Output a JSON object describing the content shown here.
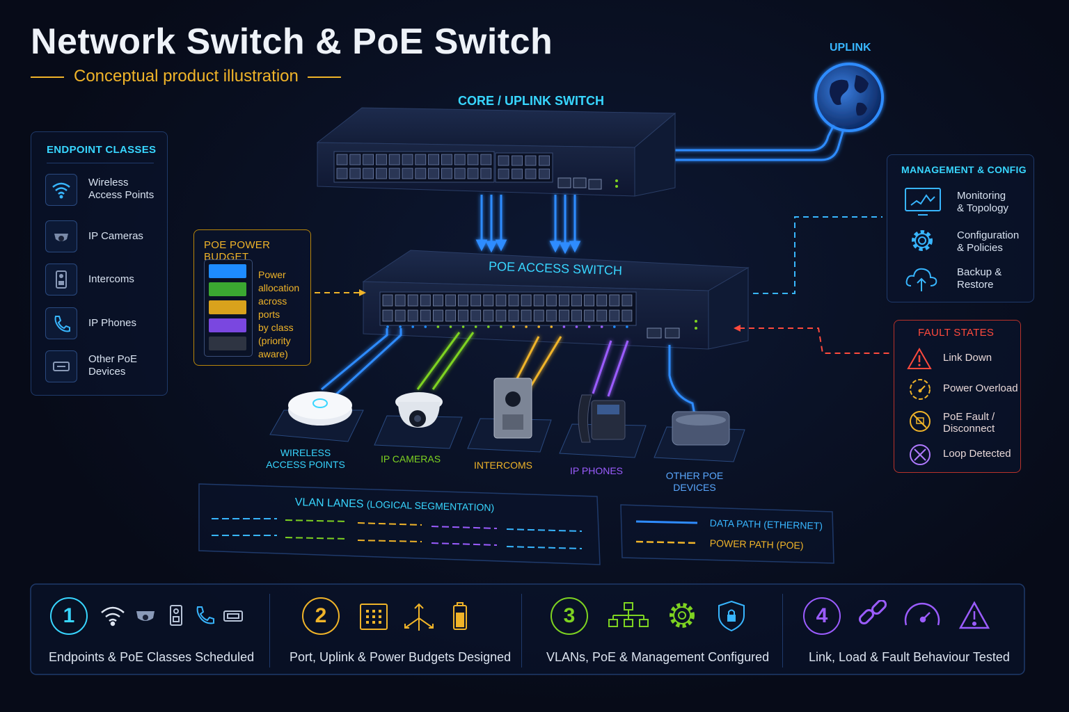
{
  "header": {
    "title": "Network Switch & PoE Switch",
    "subtitle": "Conceptual product illustration"
  },
  "colors": {
    "accent_blue": "#1e8cff",
    "accent_cyan": "#38d6ff",
    "accent_green": "#7ed321",
    "accent_yellow": "#f0b429",
    "accent_purple": "#9b5cff",
    "fault_red": "#ff4a3d"
  },
  "diagram": {
    "uplink_label": "UPLINK",
    "core_switch_label": "CORE / UPLINK SWITCH",
    "poe_switch_label": "POE ACCESS SWITCH"
  },
  "endpoint_classes": {
    "title": "ENDPOINT CLASSES",
    "items": [
      {
        "label": "Wireless\nAccess Points",
        "icon": "wifi-icon"
      },
      {
        "label": "IP Cameras",
        "icon": "camera-icon"
      },
      {
        "label": "Intercoms",
        "icon": "intercom-icon"
      },
      {
        "label": "IP Phones",
        "icon": "phone-icon"
      },
      {
        "label": "Other PoE\nDevices",
        "icon": "device-icon"
      }
    ]
  },
  "poe_budget": {
    "title": "POE POWER BUDGET",
    "description": "Power\nallocation\nacross ports\nby class\n(priority\naware)"
  },
  "management": {
    "title": "MANAGEMENT & CONFIG",
    "items": [
      {
        "label": "Monitoring\n& Topology",
        "icon": "monitor-icon"
      },
      {
        "label": "Configuration\n& Policies",
        "icon": "gear-icon"
      },
      {
        "label": "Backup &\nRestore",
        "icon": "cloud-upload-icon"
      }
    ]
  },
  "fault_states": {
    "title": "FAULT STATES",
    "items": [
      {
        "label": "Link Down",
        "icon": "warning-icon"
      },
      {
        "label": "Power Overload",
        "icon": "gauge-icon"
      },
      {
        "label": "PoE Fault /\nDisconnect",
        "icon": "plug-off-icon"
      },
      {
        "label": "Loop Detected",
        "icon": "loop-icon"
      }
    ]
  },
  "devices": [
    {
      "label": "WIRELESS\nACCESS POINTS",
      "color": "#38d6ff"
    },
    {
      "label": "IP CAMERAS",
      "color": "#7ed321"
    },
    {
      "label": "INTERCOMS",
      "color": "#f0b429"
    },
    {
      "label": "IP PHONES",
      "color": "#9b5cff"
    },
    {
      "label": "OTHER POE\nDEVICES",
      "color": "#5aa8ff"
    }
  ],
  "vlan": {
    "title": "VLAN LANES",
    "subtitle": "(LOGICAL SEGMENTATION)"
  },
  "legend": {
    "data_path": "DATA PATH (ETHERNET)",
    "power_path": "POWER PATH (POE)"
  },
  "steps": [
    {
      "number": "1",
      "label": "Endpoints & PoE Classes Scheduled",
      "color": "#38d6ff"
    },
    {
      "number": "2",
      "label": "Port, Uplink & Power Budgets Designed",
      "color": "#f0b429"
    },
    {
      "number": "3",
      "label": "VLANs, PoE & Management Configured",
      "color": "#7ed321"
    },
    {
      "number": "4",
      "label": "Link, Load & Fault Behaviour Tested",
      "color": "#9b5cff"
    }
  ]
}
